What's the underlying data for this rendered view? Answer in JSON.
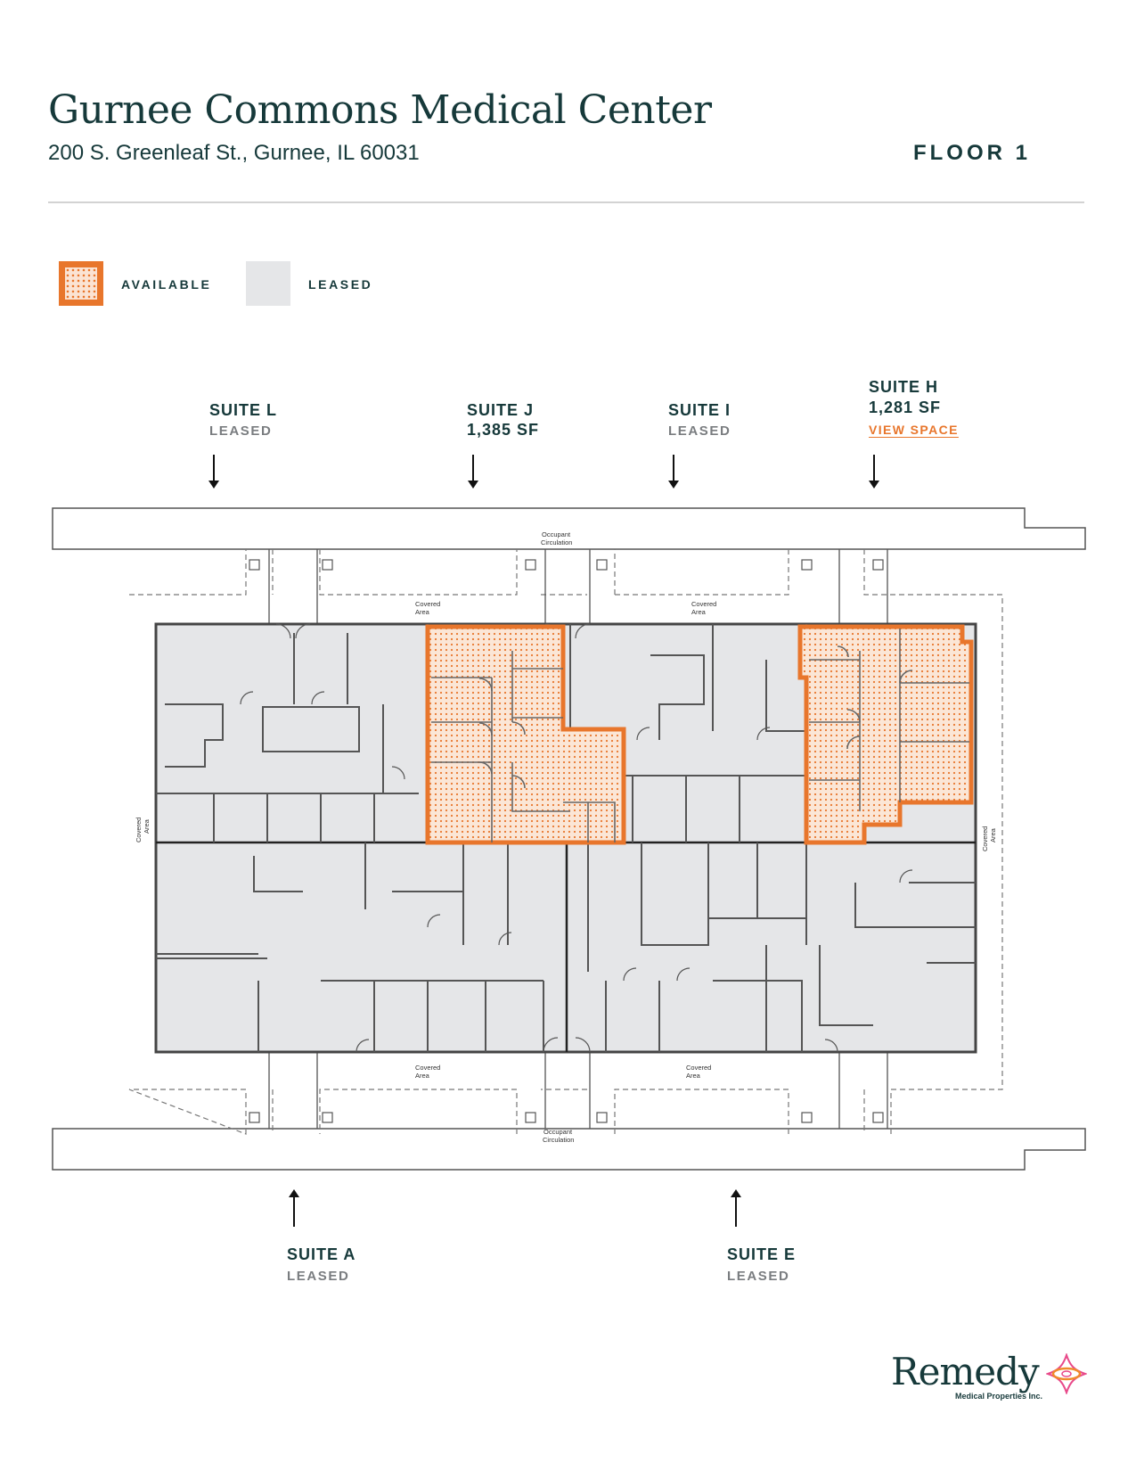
{
  "header": {
    "title": "Gurnee Commons Medical Center",
    "address": "200 S. Greenleaf St., Gurnee, IL 60031",
    "floor": "FLOOR 1"
  },
  "legend": {
    "available_label": "AVAILABLE",
    "leased_label": "LEASED",
    "available_color": "#e8762c",
    "leased_color": "#e5e6e8"
  },
  "suites_top": [
    {
      "name": "SUITE L",
      "status": "LEASED"
    },
    {
      "name": "SUITE J",
      "status": "1,385 SF"
    },
    {
      "name": "SUITE I",
      "status": "LEASED"
    },
    {
      "name": "SUITE H",
      "status": "1,281 SF",
      "link": "VIEW SPACE"
    }
  ],
  "suites_bottom": [
    {
      "name": "SUITE A",
      "status": "LEASED"
    },
    {
      "name": "SUITE E",
      "status": "LEASED"
    }
  ],
  "plan_labels": {
    "occupant_circulation_1": "Occupant",
    "occupant_circulation_2": "Circulation",
    "covered_1": "Covered",
    "covered_2": "Area"
  },
  "footer": {
    "logo_word": "Remedy",
    "logo_sub": "Medical Properties Inc."
  }
}
